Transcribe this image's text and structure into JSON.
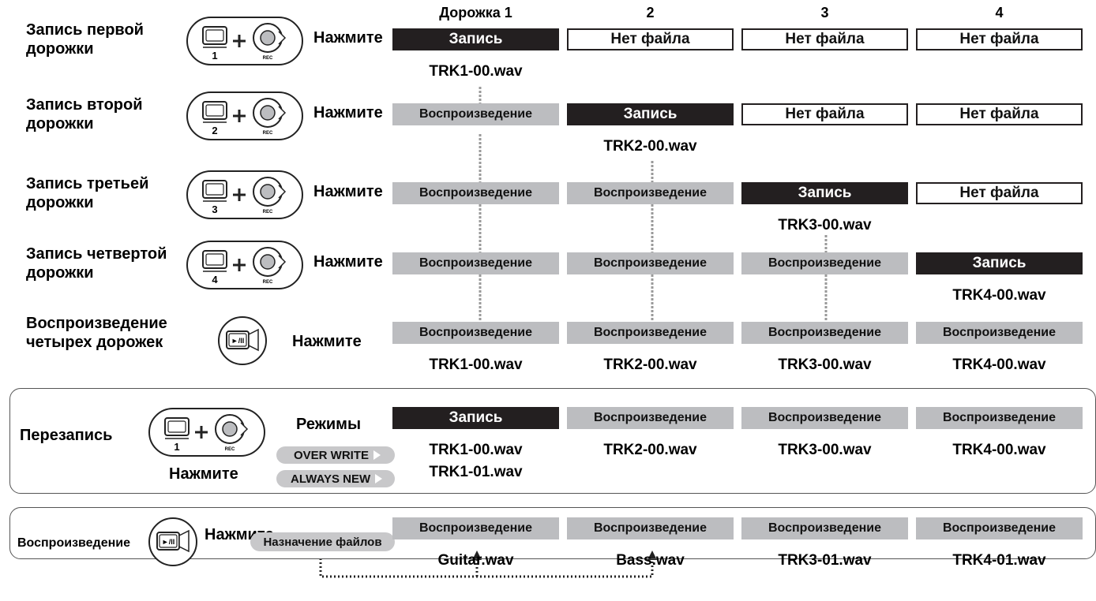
{
  "headers": [
    "Дорожка 1",
    "2",
    "3",
    "4"
  ],
  "press_label": "Нажмите",
  "modes_label": "Режимы",
  "rows": [
    {
      "label": "Запись первой\nдорожки",
      "button_number": "1",
      "cells": [
        {
          "state": "Запись",
          "kind": "rec",
          "file": "TRK1-00.wav"
        },
        {
          "state": "Нет файла",
          "kind": "none",
          "file": ""
        },
        {
          "state": "Нет файла",
          "kind": "none",
          "file": ""
        },
        {
          "state": "Нет файла",
          "kind": "none",
          "file": ""
        }
      ]
    },
    {
      "label": "Запись второй\nдорожки",
      "button_number": "2",
      "cells": [
        {
          "state": "Воспроизведение",
          "kind": "play",
          "file": ""
        },
        {
          "state": "Запись",
          "kind": "rec",
          "file": "TRK2-00.wav"
        },
        {
          "state": "Нет файла",
          "kind": "none",
          "file": ""
        },
        {
          "state": "Нет файла",
          "kind": "none",
          "file": ""
        }
      ]
    },
    {
      "label": "Запись третьей\nдорожки",
      "button_number": "3",
      "cells": [
        {
          "state": "Воспроизведение",
          "kind": "play",
          "file": ""
        },
        {
          "state": "Воспроизведение",
          "kind": "play",
          "file": ""
        },
        {
          "state": "Запись",
          "kind": "rec",
          "file": "TRK3-00.wav"
        },
        {
          "state": "Нет файла",
          "kind": "none",
          "file": ""
        }
      ]
    },
    {
      "label": "Запись четвертой\nдорожки",
      "button_number": "4",
      "cells": [
        {
          "state": "Воспроизведение",
          "kind": "play",
          "file": ""
        },
        {
          "state": "Воспроизведение",
          "kind": "play",
          "file": ""
        },
        {
          "state": "Воспроизведение",
          "kind": "play",
          "file": ""
        },
        {
          "state": "Запись",
          "kind": "rec",
          "file": "TRK4-00.wav"
        }
      ]
    },
    {
      "label": "Воспроизведение\nчетырех дорожек",
      "button_number": "",
      "cells": [
        {
          "state": "Воспроизведение",
          "kind": "play",
          "file": "TRK1-00.wav"
        },
        {
          "state": "Воспроизведение",
          "kind": "play",
          "file": "TRK2-00.wav"
        },
        {
          "state": "Воспроизведение",
          "kind": "play",
          "file": "TRK3-00.wav"
        },
        {
          "state": "Воспроизведение",
          "kind": "play",
          "file": "TRK4-00.wav"
        }
      ]
    }
  ],
  "overwrite": {
    "label": "Перезапись",
    "button_number": "1",
    "modes": [
      "OVER WRITE",
      "ALWAYS NEW"
    ],
    "cells": [
      {
        "state": "Запись",
        "kind": "rec",
        "file": "TRK1-00.wav",
        "file2": "TRK1-01.wav"
      },
      {
        "state": "Воспроизведение",
        "kind": "play",
        "file": "TRK2-00.wav"
      },
      {
        "state": "Воспроизведение",
        "kind": "play",
        "file": "TRK3-00.wav"
      },
      {
        "state": "Воспроизведение",
        "kind": "play",
        "file": "TRK4-00.wav"
      }
    ]
  },
  "playback": {
    "label": "Воспроизведение",
    "assign_label": "Назначение файлов",
    "cells": [
      {
        "state": "Воспроизведение",
        "kind": "play",
        "file": "Guitar.wav"
      },
      {
        "state": "Воспроизведение",
        "kind": "play",
        "file": "Bass.wav"
      },
      {
        "state": "Воспроизведение",
        "kind": "play",
        "file": "TRK3-01.wav"
      },
      {
        "state": "Воспроизведение",
        "kind": "play",
        "file": "TRK4-01.wav"
      }
    ]
  },
  "button_rec_text": "REC",
  "colors": {
    "rec": "#231f20",
    "play": "#bcbdc0",
    "none": "#ffffff"
  }
}
